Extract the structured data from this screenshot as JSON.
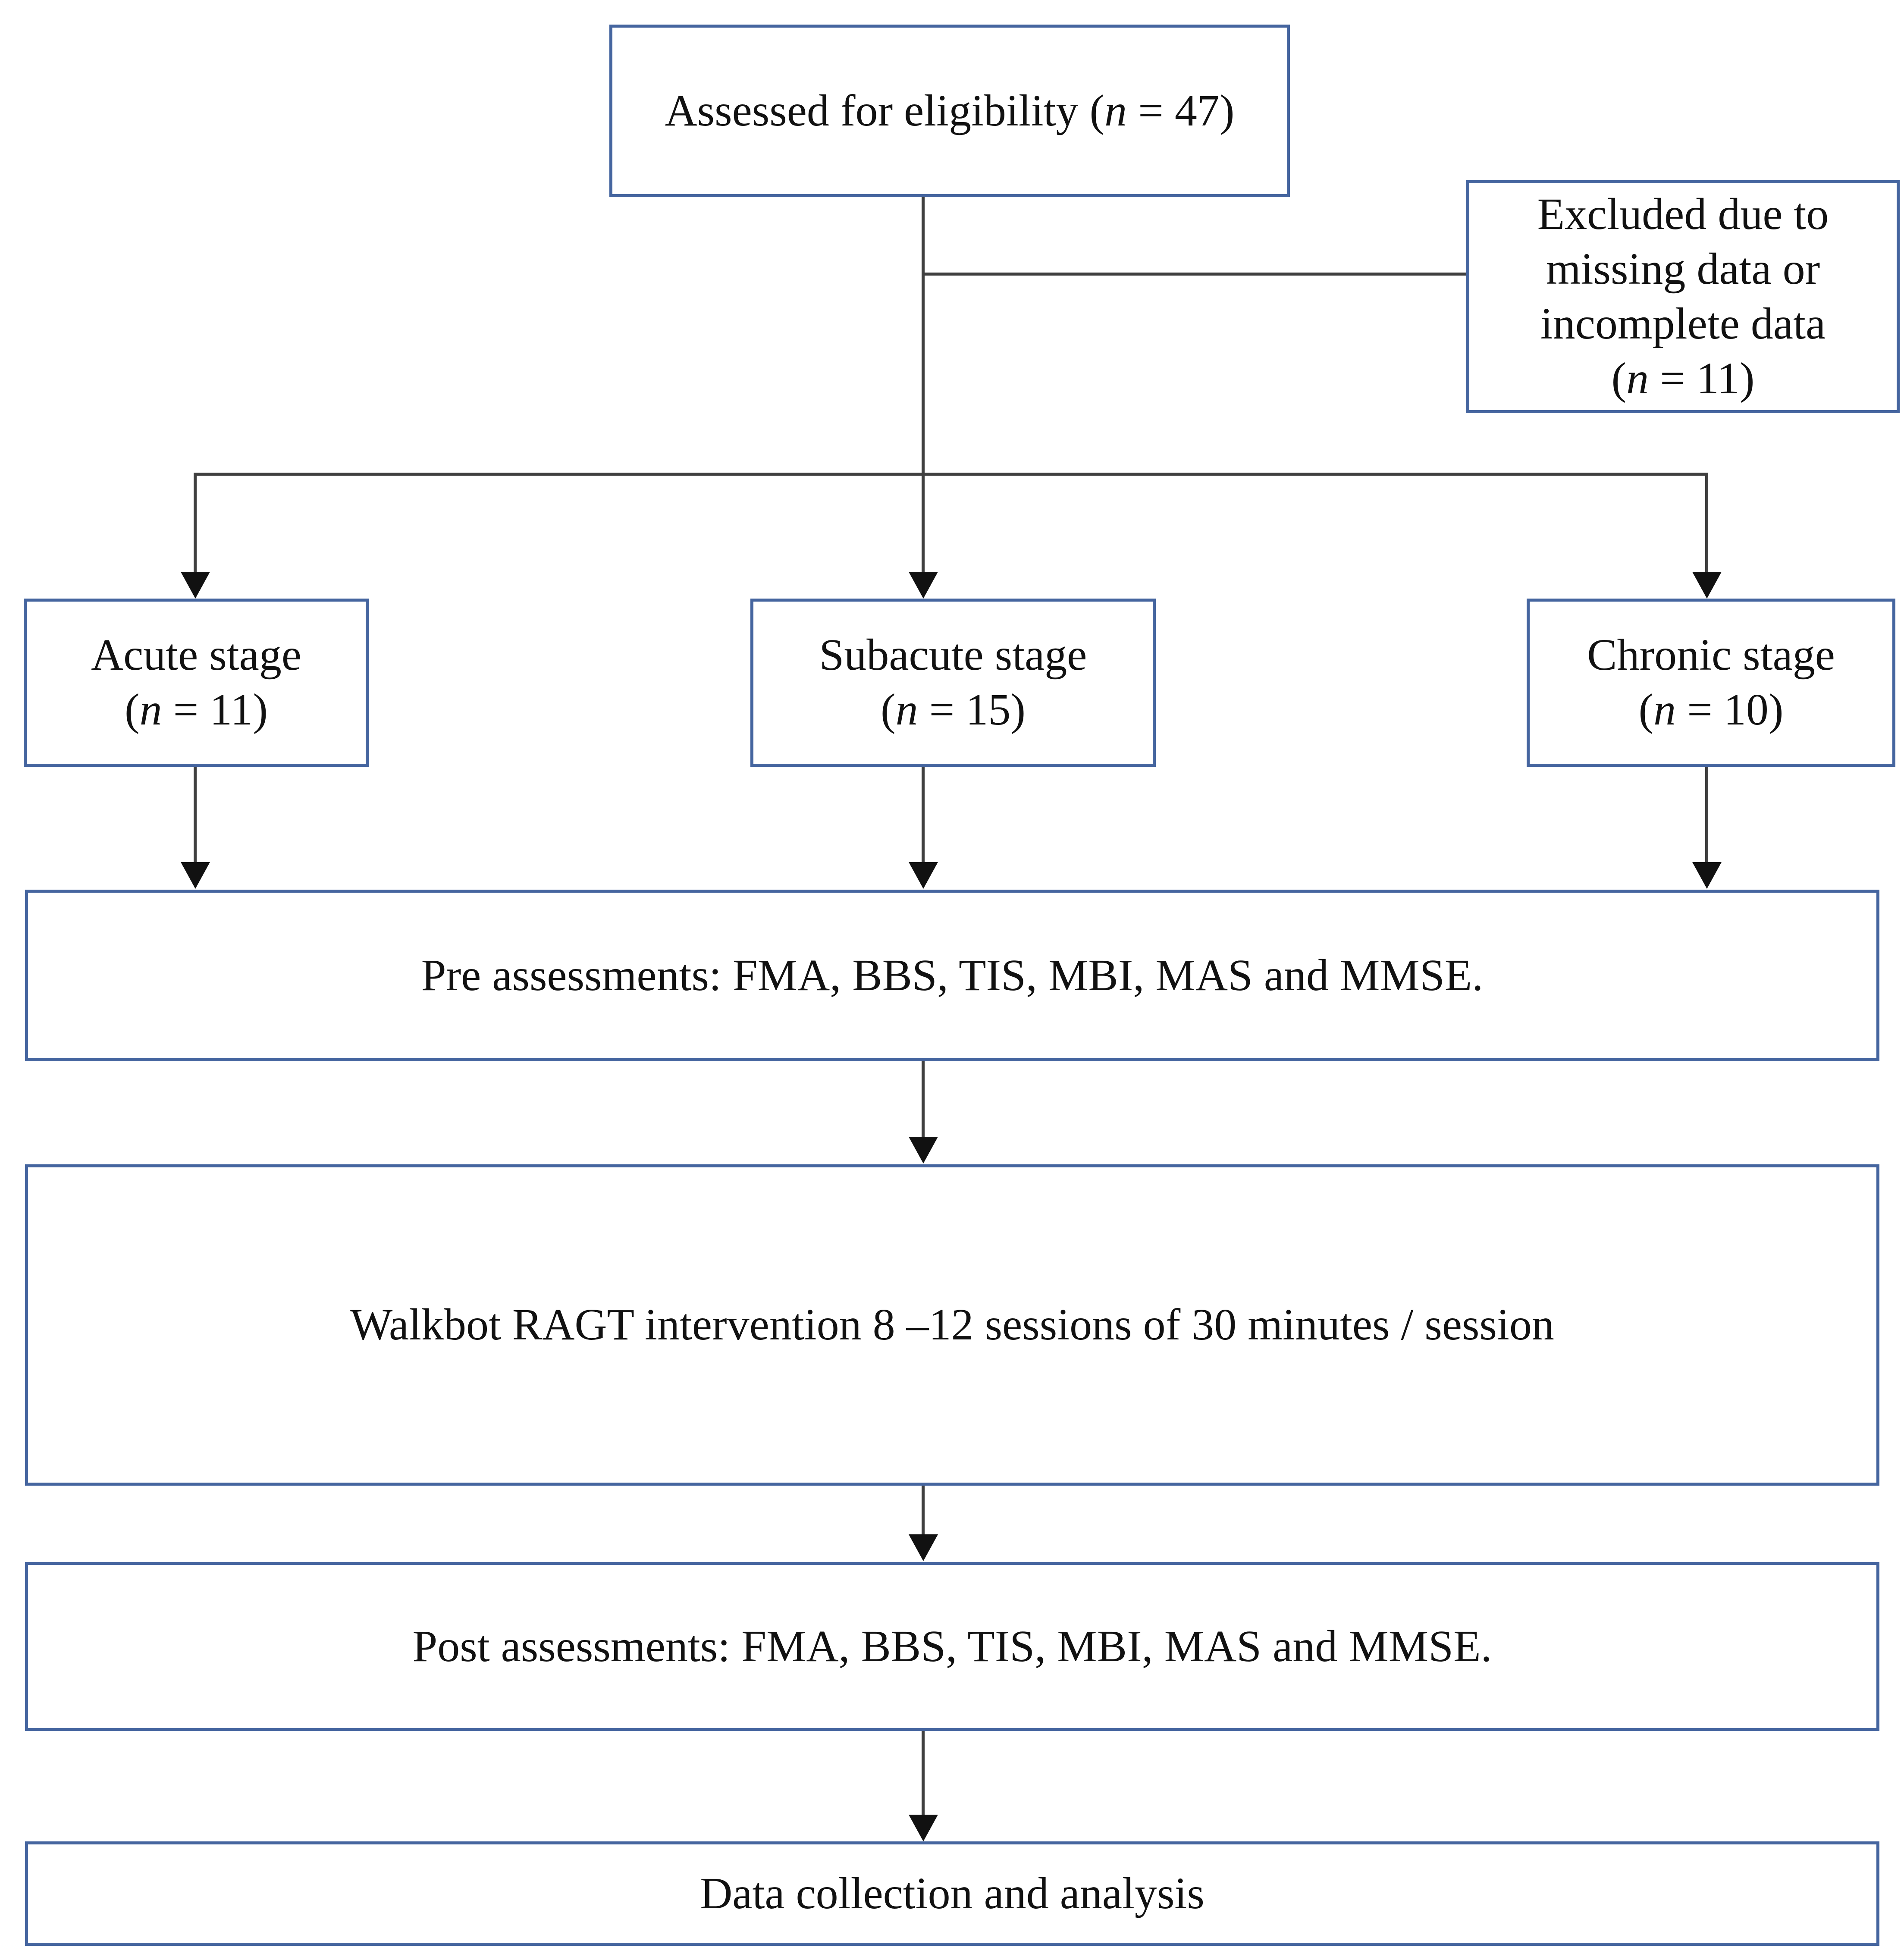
{
  "diagram": {
    "type": "study-flow-chart",
    "accent_border_color": "#45659f",
    "connector_color": "#3f3f3f",
    "background_color": "#ffffff",
    "text_color": "#111111"
  },
  "nodes": {
    "eligibility": {
      "label": "Assessed for eligibility (n = 47)",
      "prefix": "Assessed for eligibility (",
      "italic_symbol": "n",
      "suffix": " = 47)",
      "count": 47
    },
    "excluded": {
      "label": "Excluded due to missing data or incomplete data (n = 11)",
      "line1": "Excluded due to",
      "line2": "missing data or",
      "line3": "incomplete data",
      "line4_prefix": "(",
      "italic_symbol": "n",
      "line4_suffix": " = 11)",
      "count": 11
    },
    "acute": {
      "label": "Acute stage (n = 11)",
      "line1": "Acute stage",
      "line2_prefix": "(",
      "italic_symbol": "n",
      "line2_suffix": " = 11)",
      "count": 11
    },
    "subacute": {
      "label": "Subacute stage (n = 15)",
      "line1": "Subacute stage",
      "line2_prefix": "(",
      "italic_symbol": "n",
      "line2_suffix": " = 15)",
      "count": 15
    },
    "chronic": {
      "label": "Chronic stage (n = 10)",
      "line1": "Chronic stage",
      "line2_prefix": "(",
      "italic_symbol": "n",
      "line2_suffix": " = 10)",
      "count": 10
    },
    "pre_assessments": {
      "label": "Pre assessments: FMA, BBS, TIS, MBI, MAS and MMSE.",
      "measures": [
        "FMA",
        "BBS",
        "TIS",
        "MBI",
        "MAS",
        "MMSE"
      ]
    },
    "intervention": {
      "label": "Walkbot RAGT intervention 8 –12 sessions of 30 minutes / session",
      "device": "Walkbot RAGT",
      "sessions_min": 8,
      "sessions_max": 12,
      "minutes_per_session": 30
    },
    "post_assessments": {
      "label": "Post assessments: FMA, BBS, TIS, MBI, MAS and MMSE.",
      "measures": [
        "FMA",
        "BBS",
        "TIS",
        "MBI",
        "MAS",
        "MMSE"
      ]
    },
    "data_collection": {
      "label": "Data collection and analysis"
    }
  }
}
